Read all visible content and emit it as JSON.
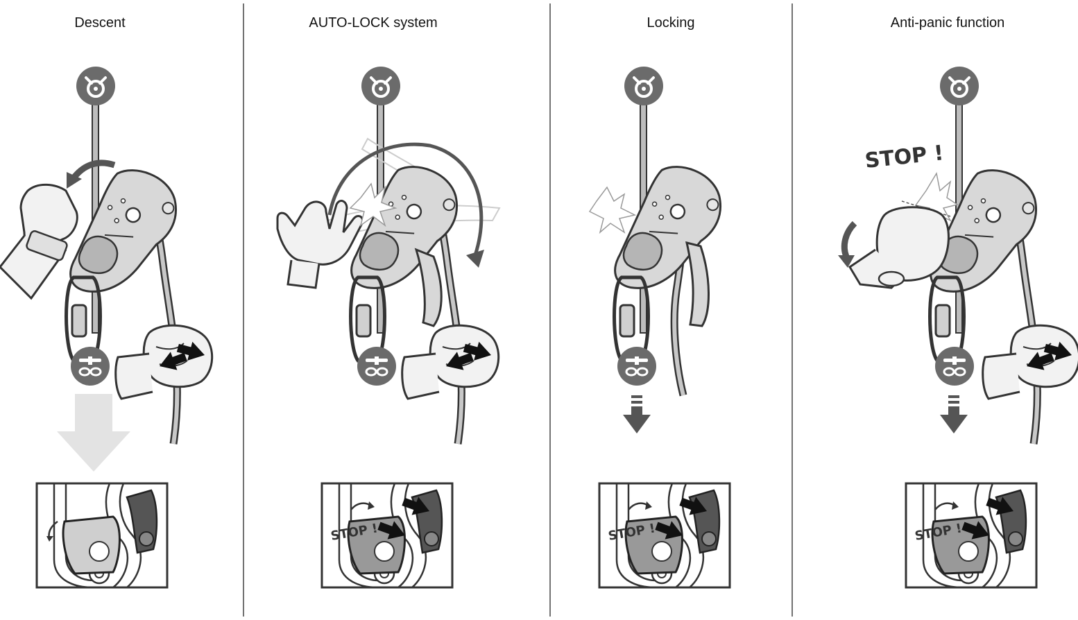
{
  "panels": [
    {
      "title": "Descent"
    },
    {
      "title": "AUTO-LOCK system"
    },
    {
      "title": "Locking"
    },
    {
      "title": "Anti-panic function"
    }
  ],
  "labels": {
    "stop_big": "STOP !",
    "stop_small": "STOP !"
  },
  "icons": {
    "anchor": "anchor-icon",
    "harness": "harness-icon",
    "arrow_down": "arrow-down-icon"
  },
  "colors": {
    "line": "#333333",
    "fill_light": "#e6e6e6",
    "fill_mid": "#bdbdbd",
    "fill_dark": "#6e6e6e",
    "icon_bg": "#666666"
  }
}
